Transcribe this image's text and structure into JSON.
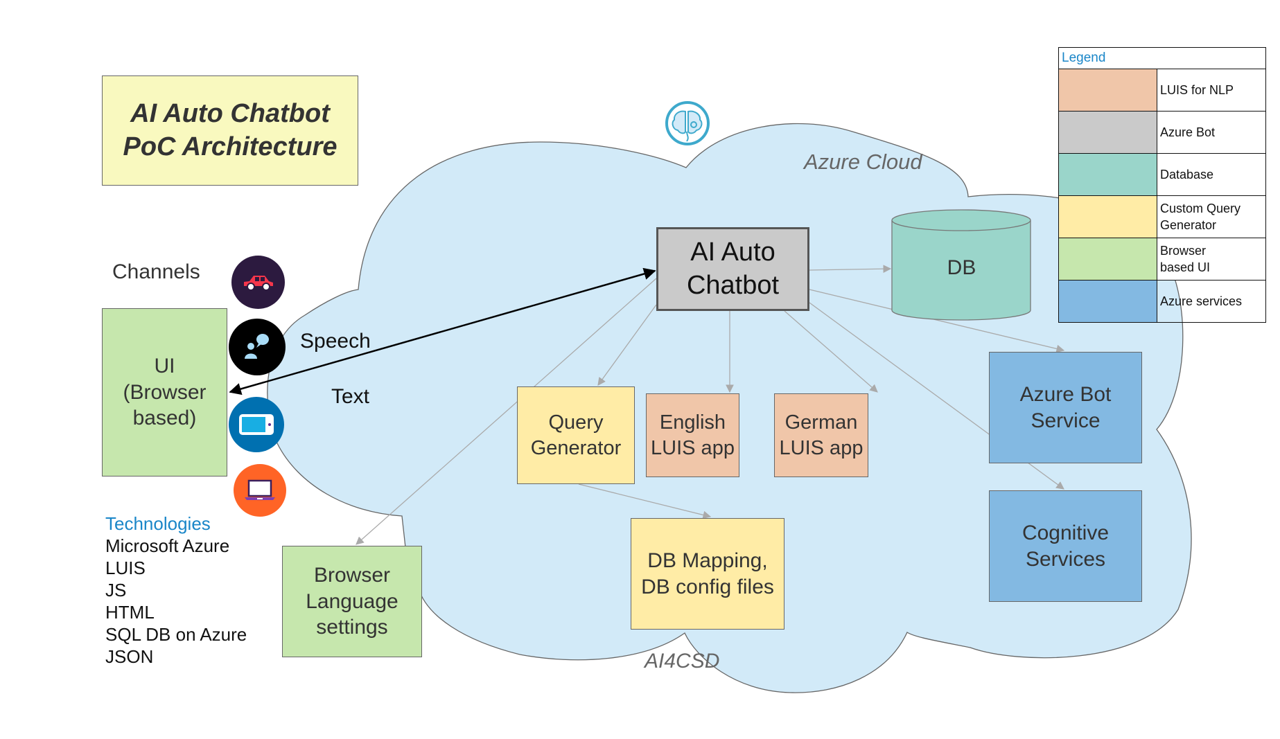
{
  "title": {
    "line1": "AI Auto Chatbot",
    "line2": "PoC Architecture"
  },
  "channels": {
    "label": "Channels",
    "icons": [
      "car-icon",
      "speech-person-icon",
      "tablet-icon",
      "laptop-icon"
    ],
    "icon_colors": [
      "#2c1a3f",
      "#000000",
      "#0070b0",
      "#ff6426"
    ]
  },
  "ui_box": {
    "line1": "UI",
    "line2": "(Browser",
    "line3": "based)"
  },
  "connections": {
    "speech_label": "Speech",
    "text_label": "Text"
  },
  "cloud": {
    "label": "Azure Cloud",
    "footer_label": "AI4CSD",
    "icon": "brain-gear-icon",
    "fill": "#d2eaf8"
  },
  "nodes": {
    "chatbot": {
      "line1": "AI Auto",
      "line2": "Chatbot",
      "color": "#cacaca"
    },
    "db": {
      "label": "DB",
      "color": "#9ad5ca"
    },
    "query_generator": {
      "line1": "Query",
      "line2": "Generator",
      "color": "#ffeca6"
    },
    "english_luis": {
      "line1": "English",
      "line2": "LUIS app",
      "color": "#f0c6a9"
    },
    "german_luis": {
      "line1": "German",
      "line2": "LUIS app",
      "color": "#f0c6a9"
    },
    "azure_bot": {
      "line1": "Azure Bot",
      "line2": "Service",
      "color": "#83b9e2"
    },
    "cognitive": {
      "line1": "Cognitive",
      "line2": "Services",
      "color": "#83b9e2"
    },
    "browser_language": {
      "line1": "Browser",
      "line2": "Language",
      "line3": "settings",
      "color": "#c6e7ad"
    },
    "db_mapping": {
      "line1": "DB Mapping,",
      "line2": "DB config files",
      "color": "#ffeca6"
    }
  },
  "edges": [
    {
      "from": "ui",
      "to": "chatbot",
      "style": "bidirectional-black"
    },
    {
      "from": "chatbot",
      "to": "db"
    },
    {
      "from": "chatbot",
      "to": "azure_bot"
    },
    {
      "from": "chatbot",
      "to": "cognitive"
    },
    {
      "from": "chatbot",
      "to": "german_luis"
    },
    {
      "from": "chatbot",
      "to": "english_luis"
    },
    {
      "from": "chatbot",
      "to": "query_generator"
    },
    {
      "from": "chatbot",
      "to": "browser_language"
    },
    {
      "from": "query_generator",
      "to": "db_mapping"
    }
  ],
  "technologies": {
    "heading": "Technologies",
    "items": [
      "Microsoft Azure",
      "LUIS",
      "JS",
      "HTML",
      "SQL DB on Azure",
      "JSON"
    ]
  },
  "legend": {
    "heading": "Legend",
    "items": [
      {
        "color": "#f0c6a9",
        "line1": "LUIS for NLP",
        "line2": ""
      },
      {
        "color": "#cacaca",
        "line1": "Azure Bot",
        "line2": ""
      },
      {
        "color": "#9ad5ca",
        "line1": "Database",
        "line2": ""
      },
      {
        "color": "#ffeca6",
        "line1": "Custom Query",
        "line2": "Generator"
      },
      {
        "color": "#c6e7ad",
        "line1": "Browser",
        "line2": "based UI"
      },
      {
        "color": "#83b9e2",
        "line1": "Azure services",
        "line2": ""
      }
    ]
  }
}
